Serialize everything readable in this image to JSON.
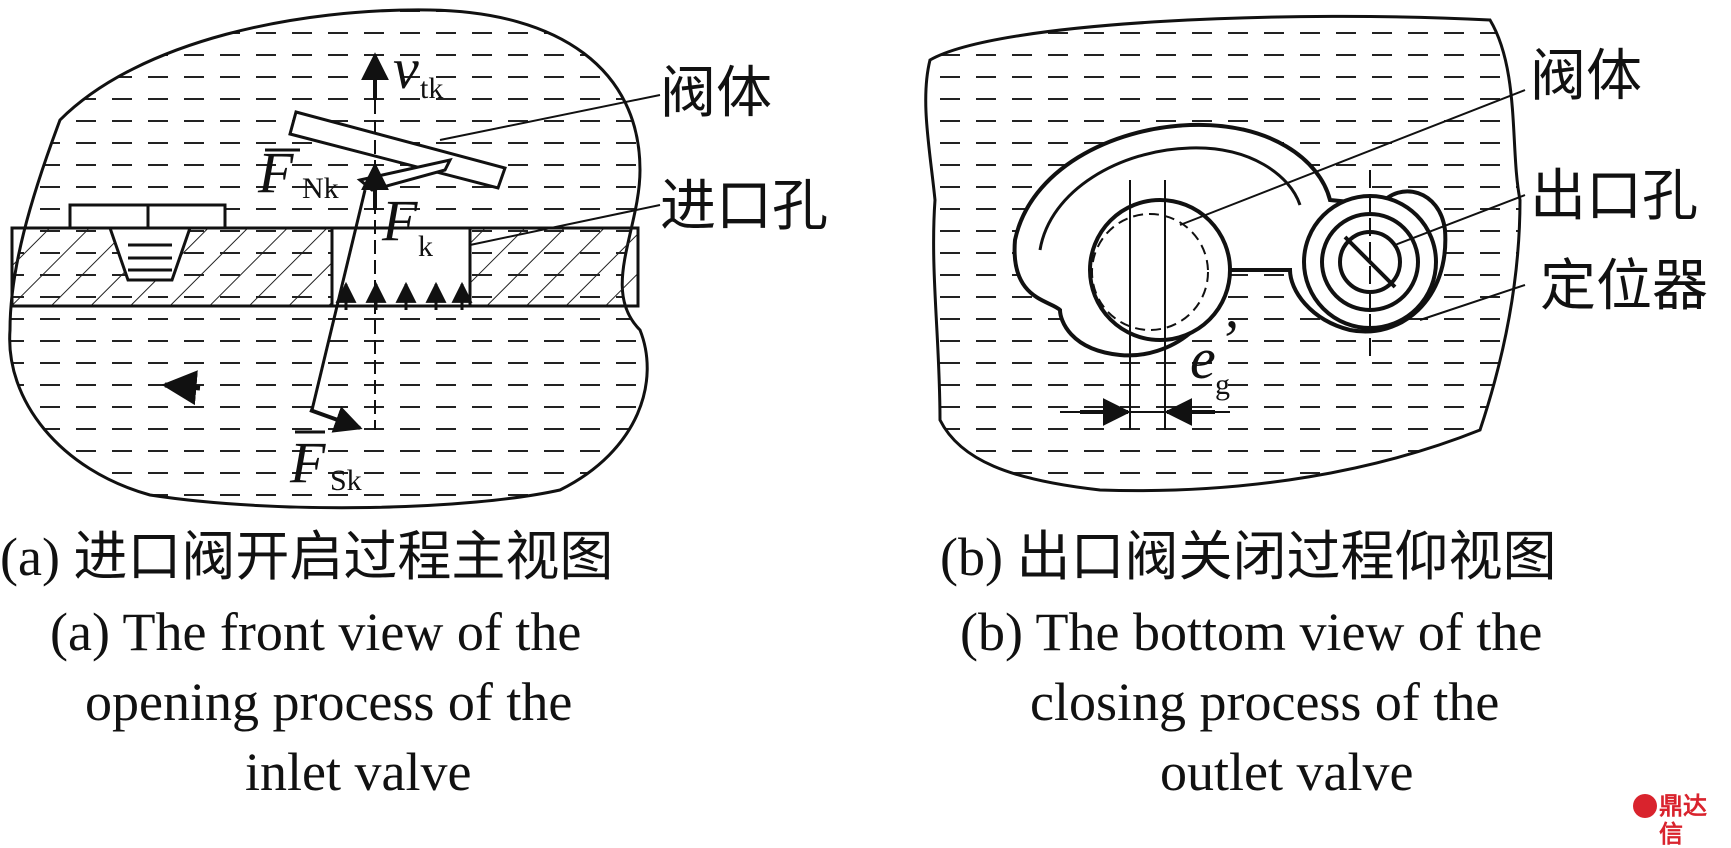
{
  "panel_a": {
    "label_valve_body": "阀体",
    "label_inlet_hole": "进口孔",
    "sym_v": "v",
    "sub_v": "tk",
    "sym_fn": "F",
    "sub_fn": "Nk",
    "sym_fk": "F",
    "sub_fk": "k",
    "sym_fs": "F",
    "sub_fs": "Sk",
    "caption_cn": "(a) 进口阀开启过程主视图",
    "caption_en_1": "(a) The front view of the",
    "caption_en_2": "opening process of the",
    "caption_en_3": "inlet valve"
  },
  "panel_b": {
    "label_valve_body": "阀体",
    "label_outlet_hole": "出口孔",
    "label_locator": "定位器",
    "sym_e": "e",
    "prime_e": "’",
    "sub_e": "g",
    "caption_cn": "(b) 出口阀关闭过程仰视图",
    "caption_en_1": "(b) The bottom view of the",
    "caption_en_2": "closing process of the",
    "caption_en_3": "outlet valve"
  },
  "watermark": {
    "text": "鼎达信",
    "color": "#d9232d"
  }
}
